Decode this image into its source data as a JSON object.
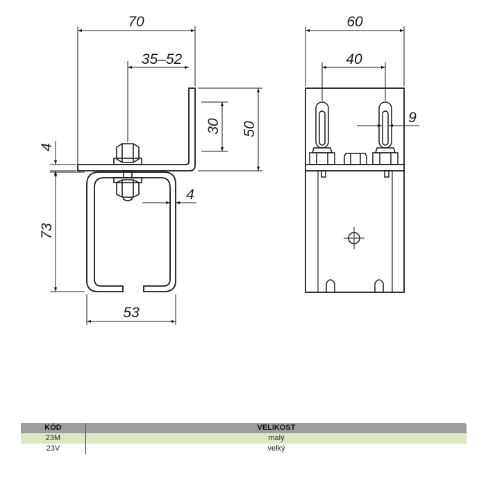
{
  "drawing": {
    "side_view_dimensions": {
      "overall_width": "70",
      "bolt_offset": "35–52",
      "slot_length": "30",
      "overall_height": "50",
      "plate_thickness": "4",
      "channel_height": "73",
      "channel_wall": "4",
      "channel_width": "53"
    },
    "front_view_dimensions": {
      "overall_width": "60",
      "slot_spacing": "40",
      "slot_width": "9"
    }
  },
  "table": {
    "headers": [
      "KÓD",
      "VELIKOST"
    ],
    "rows": [
      {
        "code": "23M",
        "size": "malý"
      },
      {
        "code": "23V",
        "size": "velký"
      }
    ]
  },
  "colors": {
    "header_bg": "#9d9d9d",
    "highlight_row_bg": "#dbe8c3",
    "line": "#1a1a1a"
  }
}
